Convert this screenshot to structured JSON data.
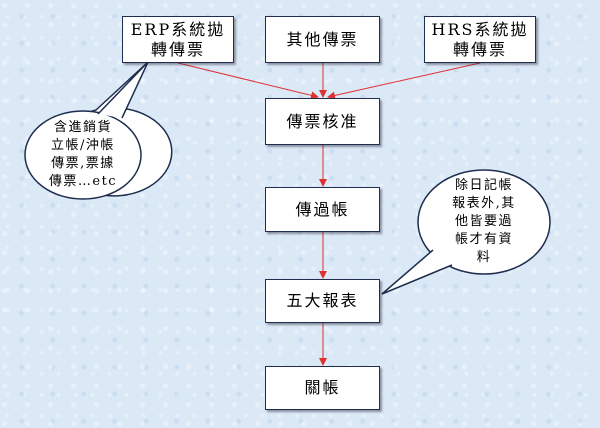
{
  "boxes": {
    "erp": "ERP系統拋\n轉傳票",
    "other": "其他傳票",
    "hrs": "HRS系統拋\n轉傳票",
    "approve": "傳票核准",
    "post": "傳過帳",
    "reports": "五大報表",
    "close": "關帳"
  },
  "callouts": {
    "left": "含進銷貨\n立帳/沖帳\n傳票,票據\n傳票…etc",
    "right": "除日記帳\n報表外,其\n他皆要過\n帳才有資\n料"
  },
  "colors": {
    "arrow": "#e03030",
    "box_border": "#1f2d4f",
    "background": "#dbe9f7"
  }
}
